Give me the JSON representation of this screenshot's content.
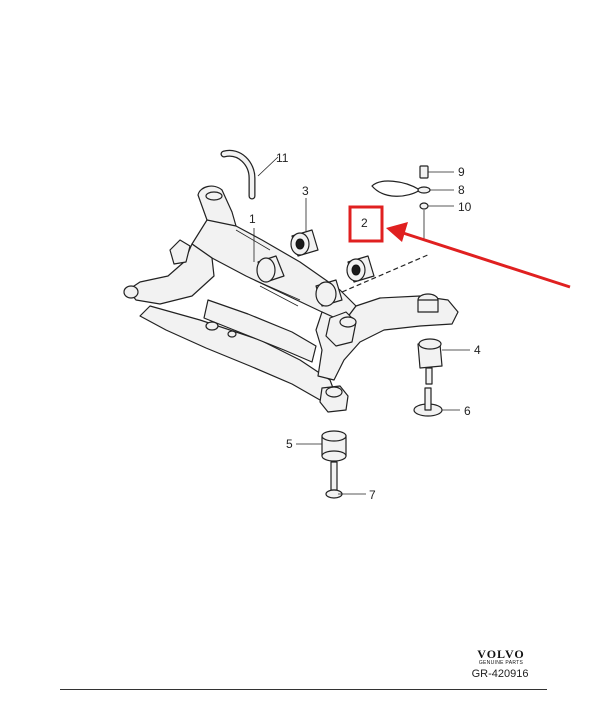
{
  "callouts": {
    "p1": "1",
    "p2": "2",
    "p3": "3",
    "p4": "4",
    "p5": "5",
    "p6": "6",
    "p7": "7",
    "p8": "8",
    "p9": "9",
    "p10": "10",
    "p11": "11"
  },
  "brand": {
    "name": "VOLVO",
    "sub": "GENUINE PARTS"
  },
  "reference": "GR-420916",
  "colors": {
    "highlight": "#e02020",
    "line": "#222222",
    "part_fill": "#f2f2f2"
  },
  "icons": {
    "arrow": "red-pointer-arrow",
    "highlight_box": "red-highlight-box"
  }
}
